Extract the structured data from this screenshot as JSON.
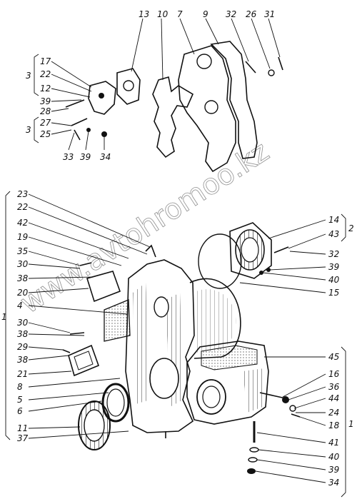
{
  "watermark": "www.avtohromoo.kz",
  "groups": {
    "top_3_upper": "3",
    "top_3_lower": "3",
    "right_2": "2",
    "left_1": "1",
    "right_1": "1"
  },
  "callouts_top": [
    "13",
    "10",
    "7",
    "9",
    "32",
    "26",
    "31",
    "17",
    "22",
    "12",
    "39",
    "28",
    "27",
    "25",
    "33",
    "39",
    "34"
  ],
  "callouts_left": [
    "23",
    "22",
    "42",
    "19",
    "35",
    "30",
    "38",
    "20",
    "4",
    "30",
    "38",
    "29",
    "38",
    "21",
    "8",
    "5",
    "6",
    "11",
    "37"
  ],
  "callouts_right": [
    "14",
    "43",
    "32",
    "39",
    "40",
    "15",
    "45",
    "16",
    "36",
    "44",
    "24",
    "18",
    "41",
    "40",
    "39",
    "34"
  ],
  "icons": {
    "drawing": "exploded-gearbox-housing-drawing"
  }
}
